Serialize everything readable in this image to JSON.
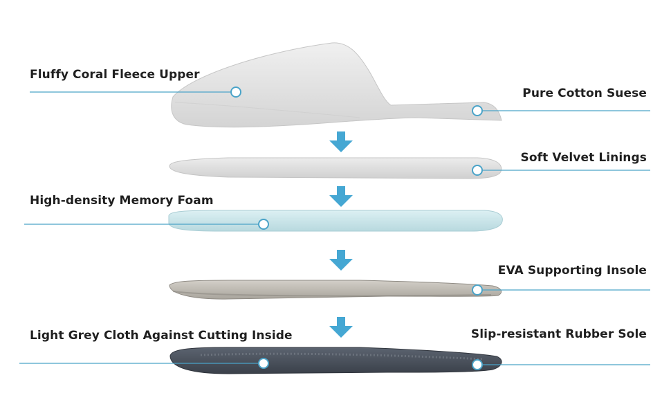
{
  "labels": {
    "fleece_upper": "Fluffy Coral Fleece Upper",
    "cotton_suese": "Pure Cotton Suese",
    "velvet_linings": "Soft Velvet Linings",
    "memory_foam": "High-density Memory Foam",
    "eva_insole": "EVA Supporting Insole",
    "grey_cloth": "Light Grey Cloth Against Cutting Inside",
    "rubber_sole": "Slip-resistant Rubber Sole"
  },
  "colors": {
    "accent": "#4aa3c8",
    "arrow": "#45a7d3",
    "text": "#1f1f1f",
    "fleece": "#e4e4e4",
    "velvet": "#e1e1e1",
    "foam": "#cfe6ea",
    "eva": "#c9c5bd",
    "rubber": "#4e5560"
  }
}
